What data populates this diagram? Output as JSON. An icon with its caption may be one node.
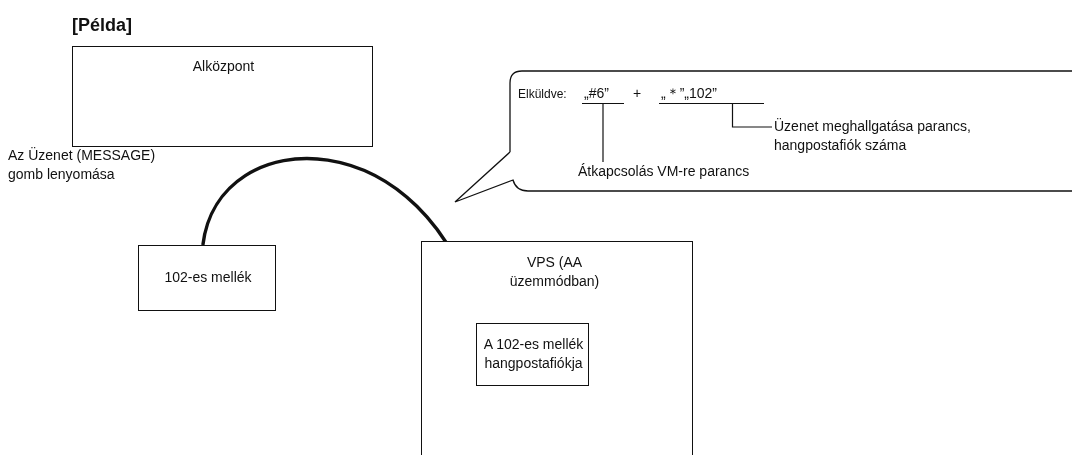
{
  "diagram": {
    "title": "[Példa]",
    "nodes": [
      {
        "text": [
          "Alközpont"
        ]
      },
      {
        "text": [
          "102-es mellék"
        ]
      },
      {
        "text": [
          "VPS (AA üzemmódban)"
        ]
      },
      {
        "text": [
          "A 102-es mellék hangpostafiókja"
        ],
        "in": 2
      },
      {
        "text": [
          "Elküldve:",
          "+"
        ]
      },
      {
        "text": [
          "„#6”"
        ],
        "in": 4
      },
      {
        "text": [
          "„＊”„102”"
        ],
        "in": 4
      },
      {
        "text": [
          "Átkapcsolás VM-re parancs"
        ],
        "in": 4
      },
      {
        "text": [
          "Üzenet meghallgatása parancs, hangpostafiók száma"
        ],
        "in": 4
      }
    ],
    "edges": [
      {
        "from": 1,
        "to": 3,
        "arrow": "to",
        "style": "thick"
      },
      {
        "from": 7,
        "to": 5,
        "arrow": "none"
      },
      {
        "from": 8,
        "to": 6,
        "arrow": "none"
      }
    ],
    "labels": [
      "Az Üzenet (MESSAGE) gomb lenyomása"
    ]
  }
}
